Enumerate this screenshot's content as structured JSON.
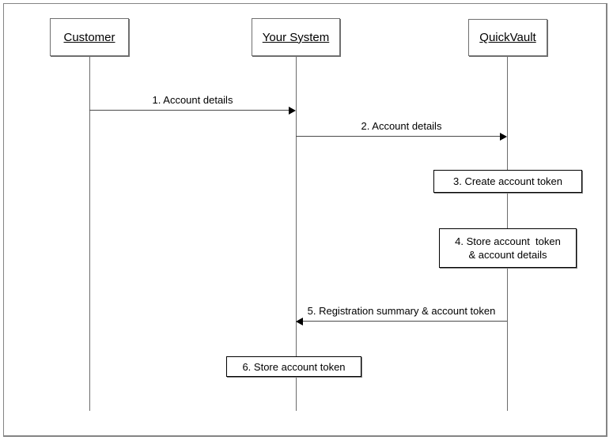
{
  "diagram": {
    "type": "sequence-diagram",
    "actors": [
      {
        "id": "customer",
        "name": "Customer"
      },
      {
        "id": "yoursystem",
        "name": "Your System"
      },
      {
        "id": "quickvault",
        "name": "QuickVault"
      }
    ],
    "messages": [
      {
        "step": 1,
        "label": "1. Account details",
        "from": "Customer",
        "to": "Your System",
        "direction": "right",
        "kind": "arrow"
      },
      {
        "step": 2,
        "label": "2. Account details",
        "from": "Your System",
        "to": "QuickVault",
        "direction": "right",
        "kind": "arrow"
      },
      {
        "step": 3,
        "label": "3. Create account token",
        "actor": "QuickVault",
        "kind": "action"
      },
      {
        "step": 4,
        "label_line1": "4. Store account  token",
        "label_line2": "& account details",
        "actor": "QuickVault",
        "kind": "action"
      },
      {
        "step": 5,
        "label": "5. Registration summary & account token",
        "from": "QuickVault",
        "to": "Your System",
        "direction": "left",
        "kind": "arrow"
      },
      {
        "step": 6,
        "label": "6. Store account token",
        "actor": "Your System",
        "kind": "action"
      }
    ],
    "colors": {
      "background": "#ffffff",
      "frame_border": "#848484",
      "actor_border": "#6f6f6f",
      "lifeline": "#6b6b6b",
      "message_line": "#4a4a4a",
      "arrowhead": "#000000",
      "action_border": "#000000",
      "action_shadow": "#808080",
      "text": "#000000"
    }
  }
}
